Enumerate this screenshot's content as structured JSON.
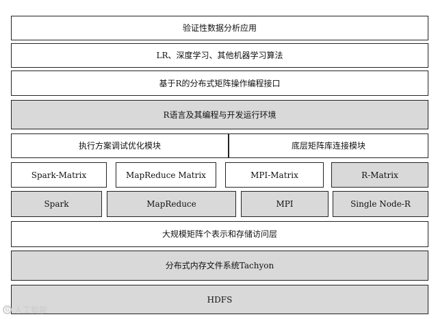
{
  "layers": {
    "app": "验证性数据分析应用",
    "algorithms": "LR、深度学习、其他机器学习算法",
    "api": "基于R的分布式矩阵操作编程接口",
    "r_env": "R语言及其编程与开发运行环境",
    "exec_opt": "执行方案调试优化模块",
    "matrix_conn": "底层矩阵库连接模块",
    "matrix_libs": [
      "Spark-Matrix",
      "MapReduce Matrix",
      "MPI-Matrix",
      "R-Matrix"
    ],
    "engines": [
      "Spark",
      "MapReduce",
      "MPI",
      "Single Node-R"
    ],
    "storage_access": "大规模矩阵个表示和存储访问层",
    "tachyon": "分布式内存文件系统Tachyon",
    "hdfs": "HDFS"
  },
  "watermark": {
    "logo_icon": "logo-icon",
    "text": "人工智能"
  },
  "colors": {
    "gray_fill": "#d9d9d9",
    "white_fill": "#ffffff",
    "border": "#222222"
  }
}
